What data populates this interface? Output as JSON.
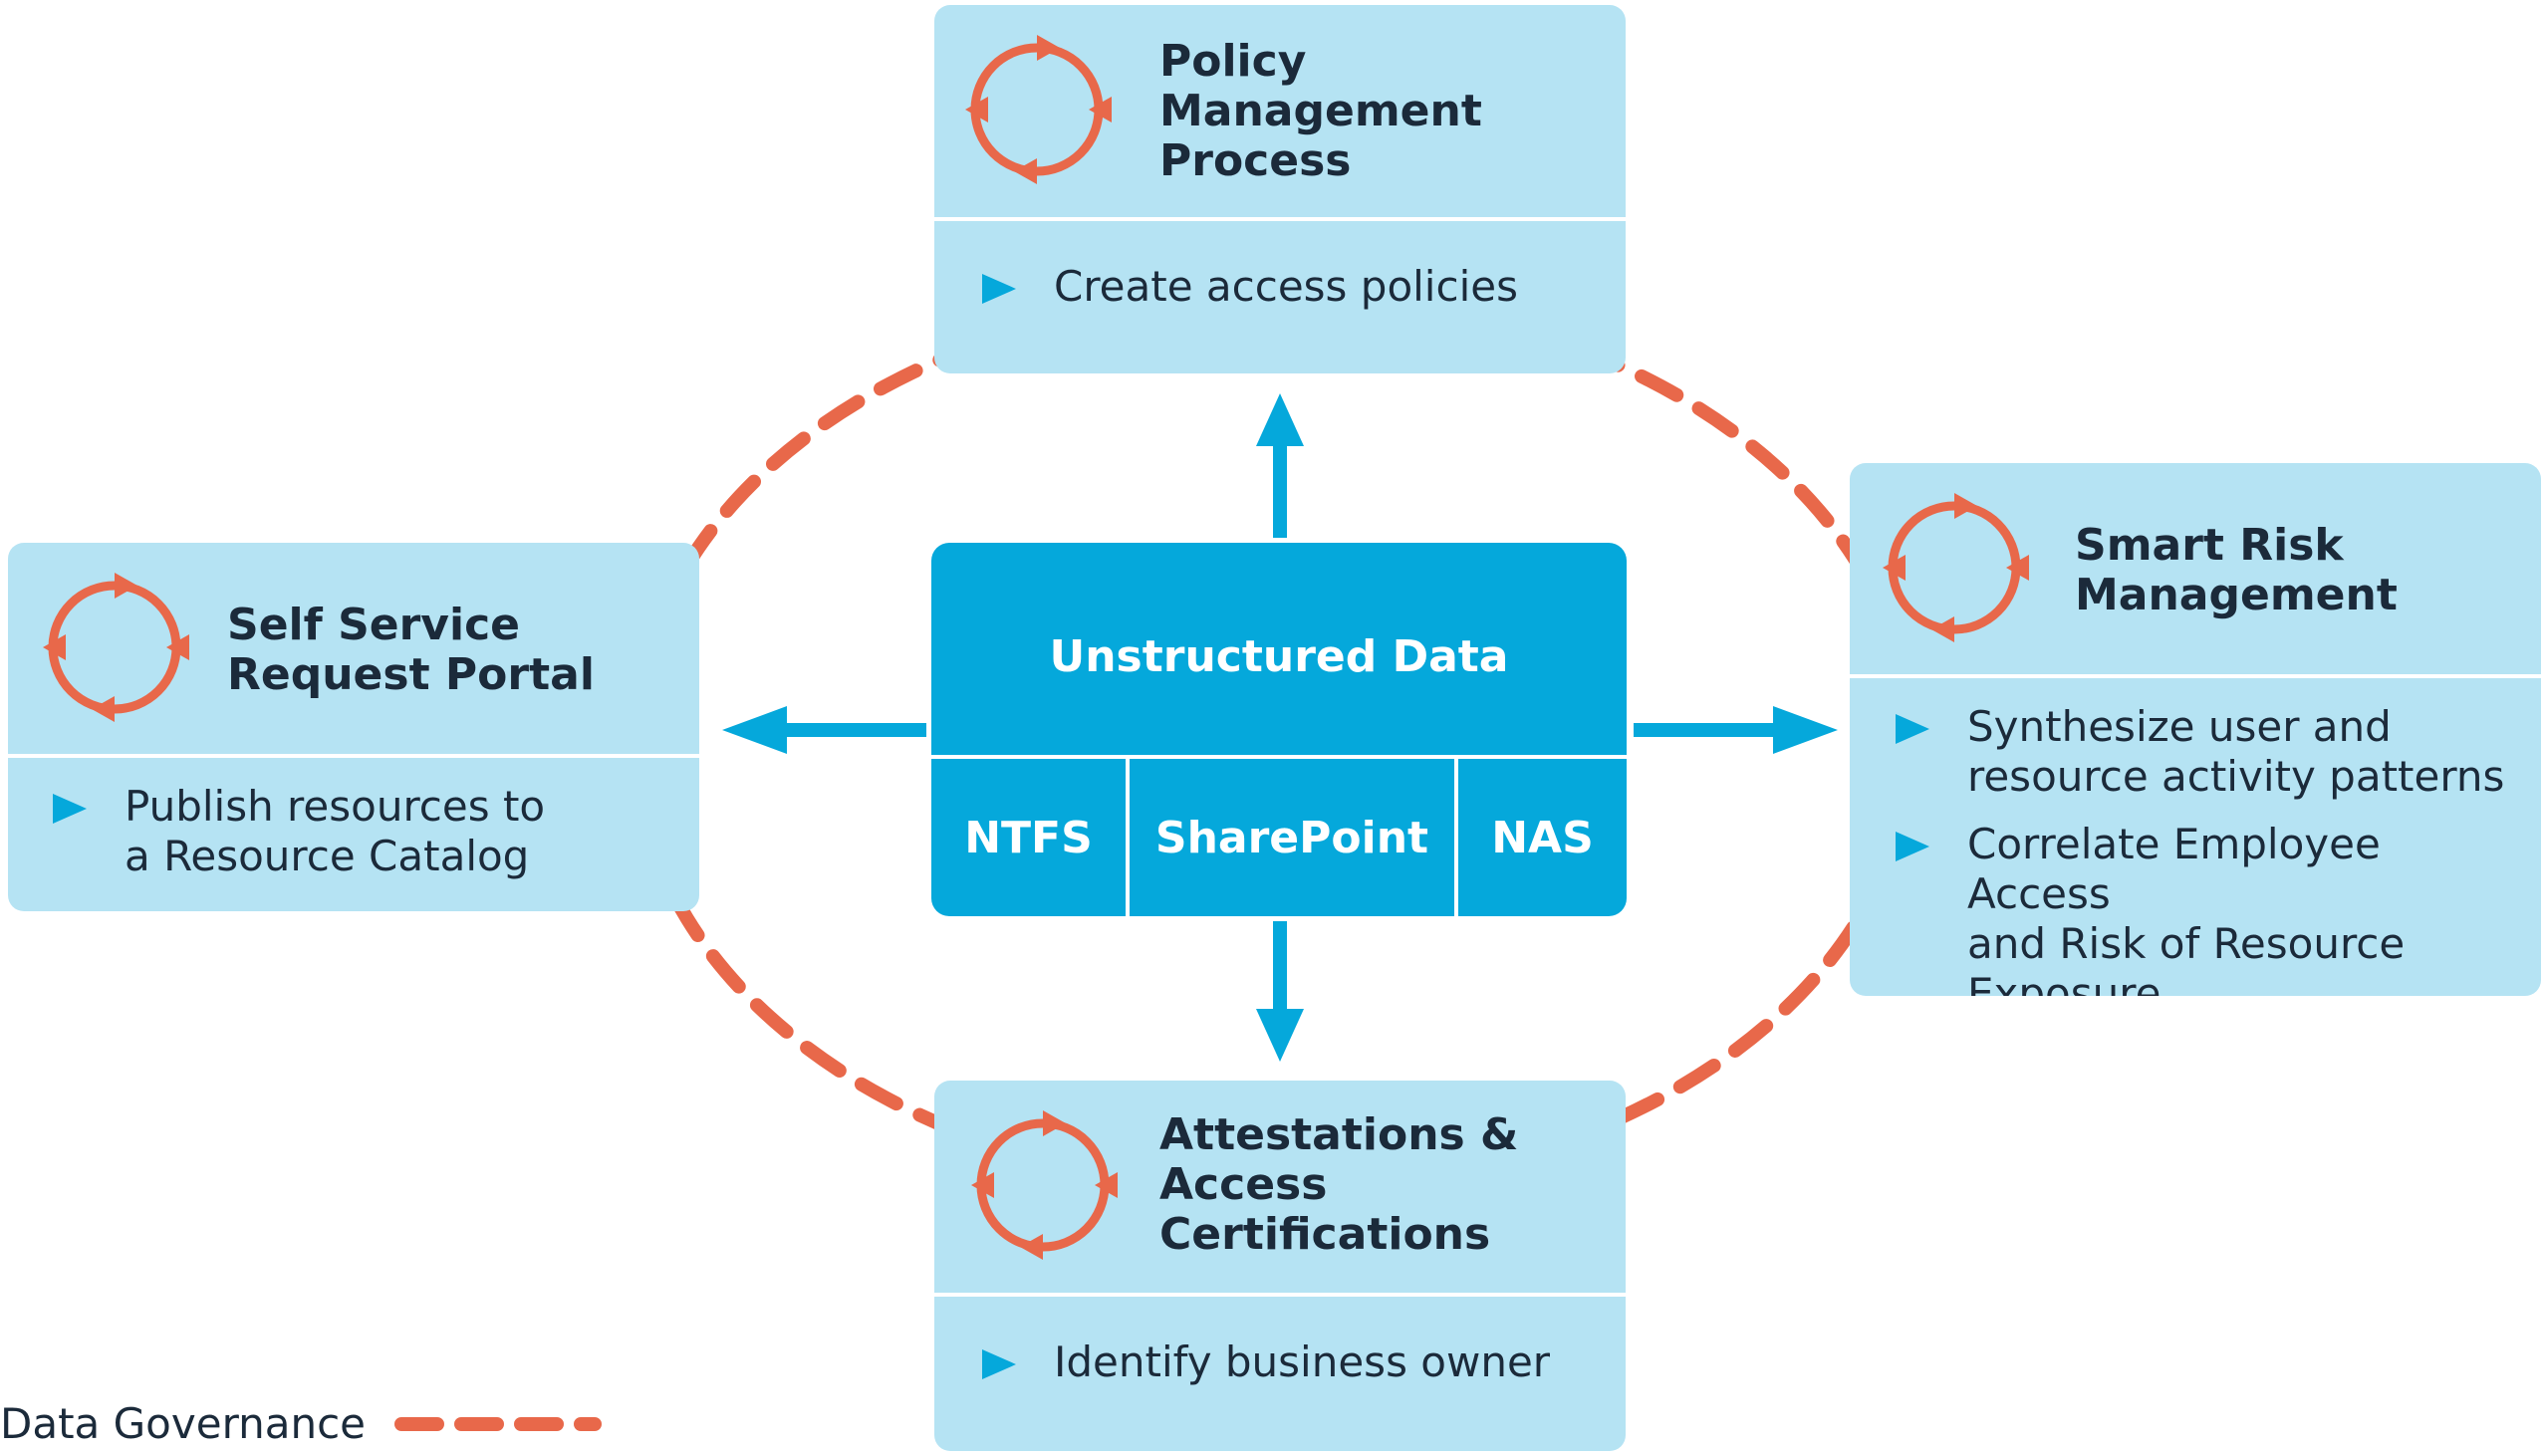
{
  "colors": {
    "card_bg": "#b5e3f3",
    "center_bg": "#05a8db",
    "arrow": "#05a8db",
    "governance_dash": "#e8684a",
    "text": "#1b2a3a"
  },
  "center": {
    "title": "Unstructured Data",
    "sources": [
      "NTFS",
      "SharePoint",
      "NAS"
    ]
  },
  "nodes": {
    "policy": {
      "title": [
        "Policy",
        "Management",
        "Process"
      ],
      "bullets": [
        "Create access policies"
      ],
      "icon": "cycle-arrows-icon"
    },
    "self_service": {
      "title": [
        "Self Service",
        "Request Portal"
      ],
      "bullets": [
        [
          "Publish resources to",
          "a Resource Catalog"
        ]
      ],
      "icon": "cycle-arrows-icon"
    },
    "risk": {
      "title": [
        "Smart Risk",
        "Management"
      ],
      "bullets": [
        [
          "Synthesize user and",
          "resource activity patterns"
        ],
        [
          "Correlate Employee Access",
          "and Risk of Resource",
          "Exposure"
        ]
      ],
      "icon": "cycle-arrows-icon"
    },
    "attestation": {
      "title": [
        "Attestations &",
        "Access",
        "Certifications"
      ],
      "bullets": [
        "Identify business owner"
      ],
      "icon": "cycle-arrows-icon"
    }
  },
  "legend": {
    "label": "Data Governance"
  }
}
